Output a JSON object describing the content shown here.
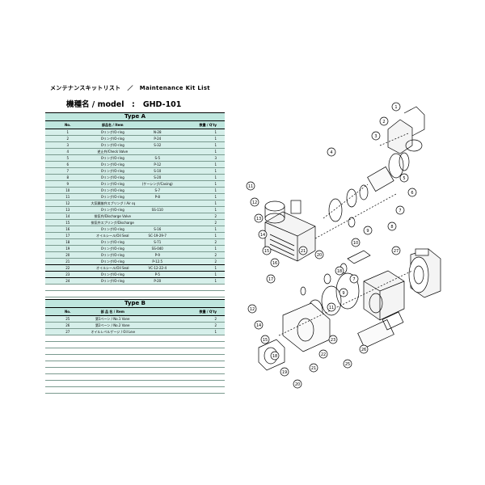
{
  "header": {
    "title_jp": "メンテナンスキットリスト",
    "separator": "／",
    "title_en": "Maintenance  Kit  List",
    "model_label": "機種名 / model　:",
    "model_value": "GHD-101"
  },
  "columns": {
    "no": "No.",
    "name": "部品名 / Item",
    "spec": "",
    "qty": "数量 / Q'ty"
  },
  "typeA": {
    "label": "Type  A",
    "rows": [
      {
        "no": "1",
        "name": "Oリング/O-ring",
        "spec": "N-28",
        "qty": "1"
      },
      {
        "no": "2",
        "name": "Oリング/O-ring",
        "spec": "P-24",
        "qty": "1"
      },
      {
        "no": "3",
        "name": "Oリング/O-ring",
        "spec": "S-32",
        "qty": "1"
      },
      {
        "no": "4",
        "name": "逆止弁/Check Valve",
        "spec": "",
        "qty": "1"
      },
      {
        "no": "5",
        "name": "Oリング/O-ring",
        "spec": "S-5",
        "qty": "3"
      },
      {
        "no": "6",
        "name": "Oリング/O-ring",
        "spec": "P-12",
        "qty": "1"
      },
      {
        "no": "7",
        "name": "Oリング/O-ring",
        "spec": "S-10",
        "qty": "1"
      },
      {
        "no": "8",
        "name": "Oリング/O-ring",
        "spec": "S-20",
        "qty": "1"
      },
      {
        "no": "9",
        "name": "Oリング/O-ring",
        "spec": "(ケーシング/Casing)",
        "qty": "1"
      },
      {
        "no": "10",
        "name": "Oリング/O-ring",
        "spec": "S-7",
        "qty": "1"
      },
      {
        "no": "11",
        "name": "Oリング/O-ring",
        "spec": "P-8",
        "qty": "1"
      },
      {
        "no": "12",
        "name": "大気開放弁スプリング / Air open Valve spring",
        "spec": "",
        "qty": "1"
      },
      {
        "no": "13",
        "name": "Oリング/O-ring",
        "spec": "SS-110",
        "qty": "1"
      },
      {
        "no": "14",
        "name": "排気弁/Discharge Valve",
        "spec": "",
        "qty": "2"
      },
      {
        "no": "15",
        "name": "排気弁スプリング/Discharge Valve Spring",
        "spec": "",
        "qty": "2"
      },
      {
        "no": "16",
        "name": "Oリング/O-ring",
        "spec": "S-16",
        "qty": "1"
      },
      {
        "no": "17",
        "name": "オイルシール/Oil Seal",
        "spec": "SC-19-29-7",
        "qty": "1"
      },
      {
        "no": "18",
        "name": "Oリング/O-ring",
        "spec": "S-71",
        "qty": "2"
      },
      {
        "no": "19",
        "name": "Oリング/O-ring",
        "spec": "SS-040",
        "qty": "1"
      },
      {
        "no": "20",
        "name": "Oリング/O-ring",
        "spec": "P-9",
        "qty": "2"
      },
      {
        "no": "21",
        "name": "Oリング/O-ring",
        "spec": "P-12.5",
        "qty": "2"
      },
      {
        "no": "22",
        "name": "オイルシール/Oil Seal",
        "spec": "VC-12-22-4",
        "qty": "1"
      },
      {
        "no": "23",
        "name": "Oリング/O-ring",
        "spec": "P-5",
        "qty": "1"
      },
      {
        "no": "24",
        "name": "Oリング/O-ring",
        "spec": "P-20",
        "qty": "1"
      }
    ]
  },
  "typeB": {
    "label": "Type  B",
    "columns": {
      "no": "No.",
      "name": "部 品 名 / Item",
      "spec": "",
      "qty": "数量 / Q'ty"
    },
    "rows": [
      {
        "no": "25",
        "name": "第1ベーン / No.1  Vane",
        "spec": "",
        "qty": "2"
      },
      {
        "no": "26",
        "name": "第2ベーン / No.2  Vane",
        "spec": "",
        "qty": "2"
      },
      {
        "no": "27",
        "name": "オイルレベルゲージ / Oil Level gauge",
        "spec": "",
        "qty": "1"
      }
    ]
  },
  "diagram": {
    "callouts_top": [
      "1",
      "2",
      "3",
      "4",
      "5",
      "6",
      "7",
      "8",
      "9",
      "10",
      "11",
      "12",
      "13",
      "14",
      "15",
      "16",
      "17",
      "18",
      "20",
      "21"
    ],
    "callouts_bottom": [
      "7",
      "9",
      "11",
      "12",
      "14",
      "15",
      "18",
      "19",
      "20",
      "21",
      "22",
      "23",
      "25",
      "26",
      "27"
    ]
  }
}
